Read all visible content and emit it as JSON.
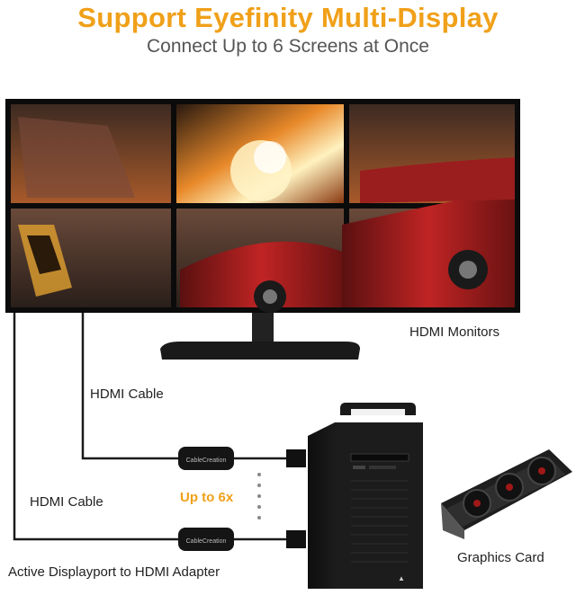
{
  "header": {
    "title": "Support Eyefinity Multi-Display",
    "subtitle": "Connect Up to 6 Screens at Once"
  },
  "labels": {
    "monitors": "HDMI Monitors",
    "cable_top": "HDMI Cable",
    "cable_bottom": "HDMI Cable",
    "up_to": "Up to 6x",
    "graphics_card": "Graphics Card",
    "adapter": "Active Displayport to HDMI Adapter"
  },
  "branding": {
    "adapter_text": "CableCreation",
    "pc_logo": "▲"
  },
  "colors": {
    "accent": "#f0a019",
    "subtitle": "#555555",
    "monitor_bezel": "#111111",
    "cable": "#1a1a1a"
  }
}
